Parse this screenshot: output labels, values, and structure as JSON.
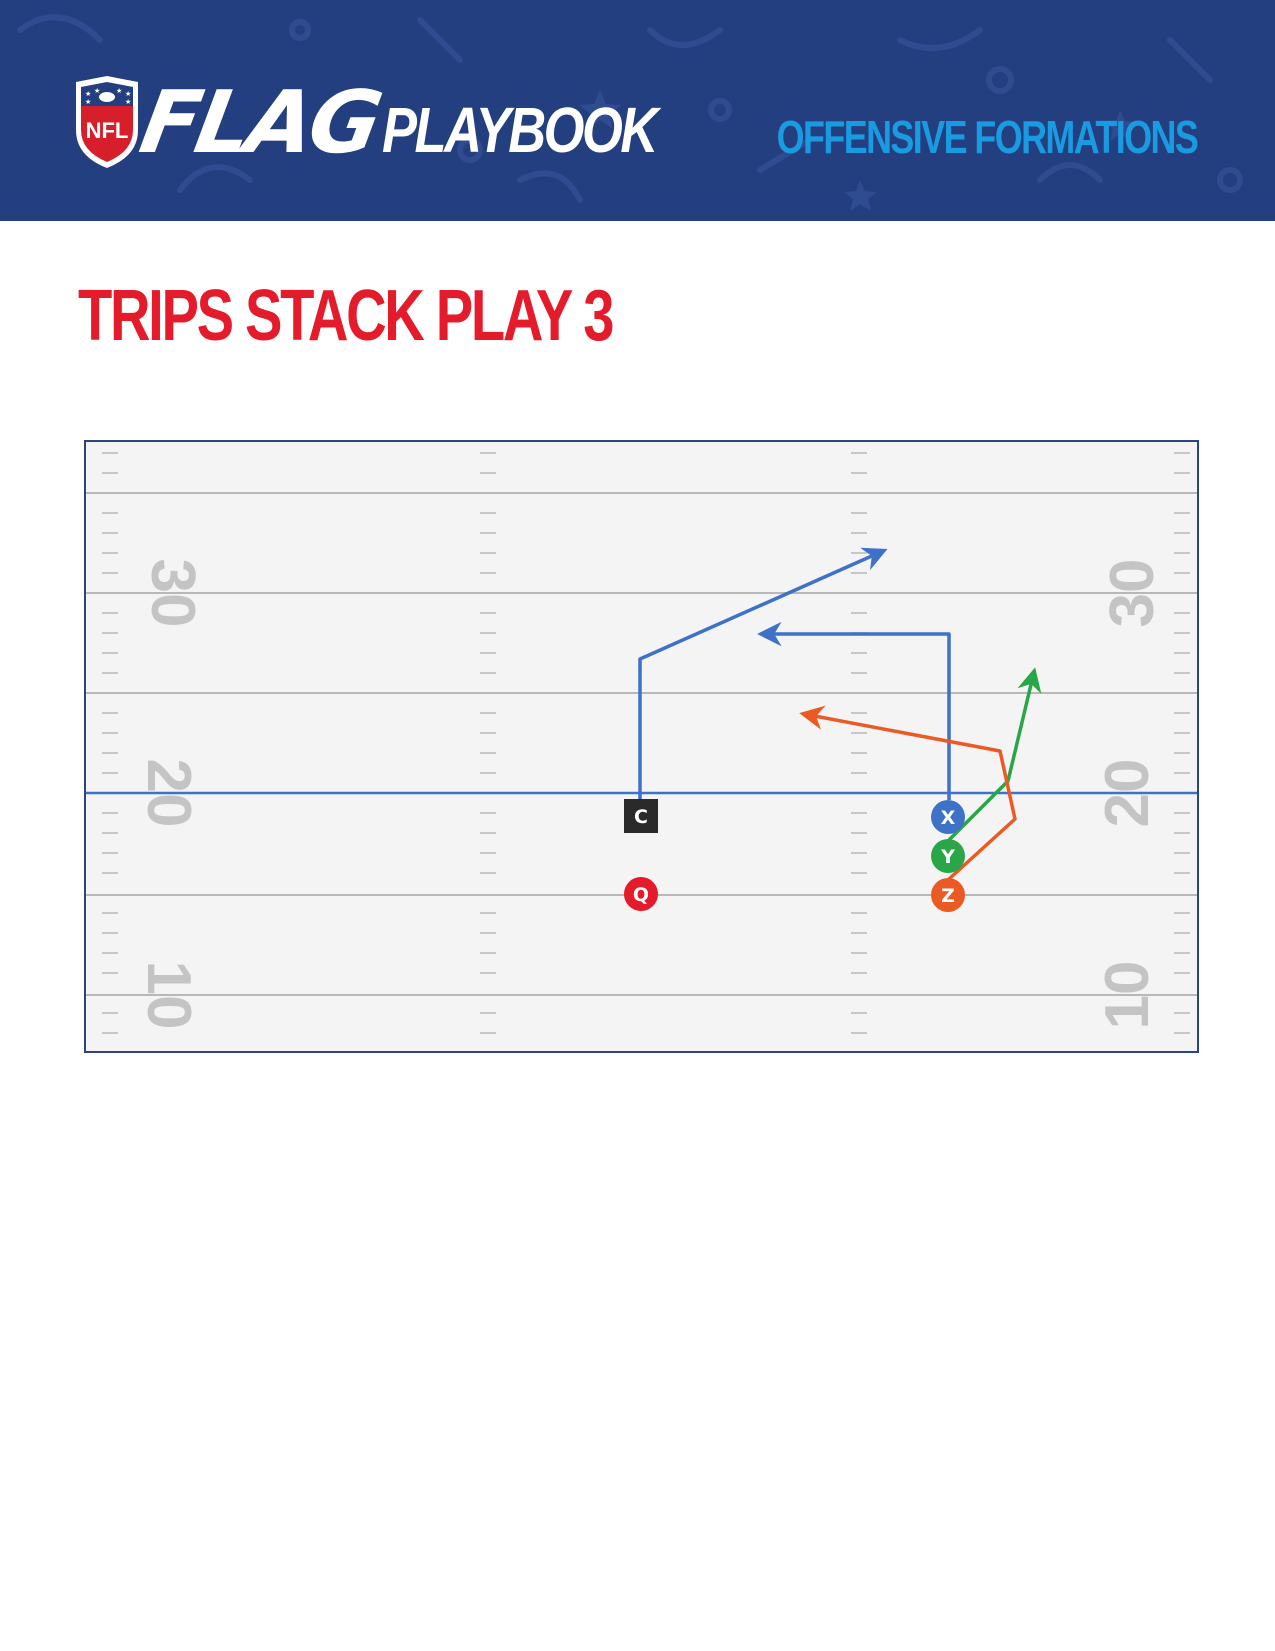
{
  "header": {
    "logo_text": "NFL",
    "brand_flag": "FLAG",
    "brand_playbook": "PLAYBOOK",
    "section": "OFFENSIVE FORMATIONS",
    "colors": {
      "background": "#243f80",
      "accent": "#1a9ae0",
      "logo_red": "#d61f2b"
    }
  },
  "play": {
    "title": "TRIPS STACK PLAY 3",
    "title_color": "#e31b2a"
  },
  "field": {
    "yard_numbers": [
      "30",
      "20",
      "10"
    ],
    "line_of_scrimmage": "at 20 yard line",
    "colors": {
      "line_of_scrimmage": "#3d72c8",
      "yard_lines": "#b8b8b8",
      "numbers": "#c4c4c4",
      "border": "#2d4387"
    }
  },
  "players": [
    {
      "id": "C",
      "shape": "square",
      "color": "#2a2a2a"
    },
    {
      "id": "Q",
      "shape": "circle",
      "color": "#e31b2a"
    },
    {
      "id": "X",
      "shape": "circle",
      "color": "#3d72c8"
    },
    {
      "id": "Y",
      "shape": "circle",
      "color": "#2aa548"
    },
    {
      "id": "Z",
      "shape": "circle",
      "color": "#ec5a24"
    }
  ],
  "routes": [
    {
      "player": "C",
      "color": "#3d72c8"
    },
    {
      "player": "X",
      "color": "#3d72c8"
    },
    {
      "player": "Y",
      "color": "#2aa548"
    },
    {
      "player": "Z",
      "color": "#ec5a24"
    }
  ]
}
